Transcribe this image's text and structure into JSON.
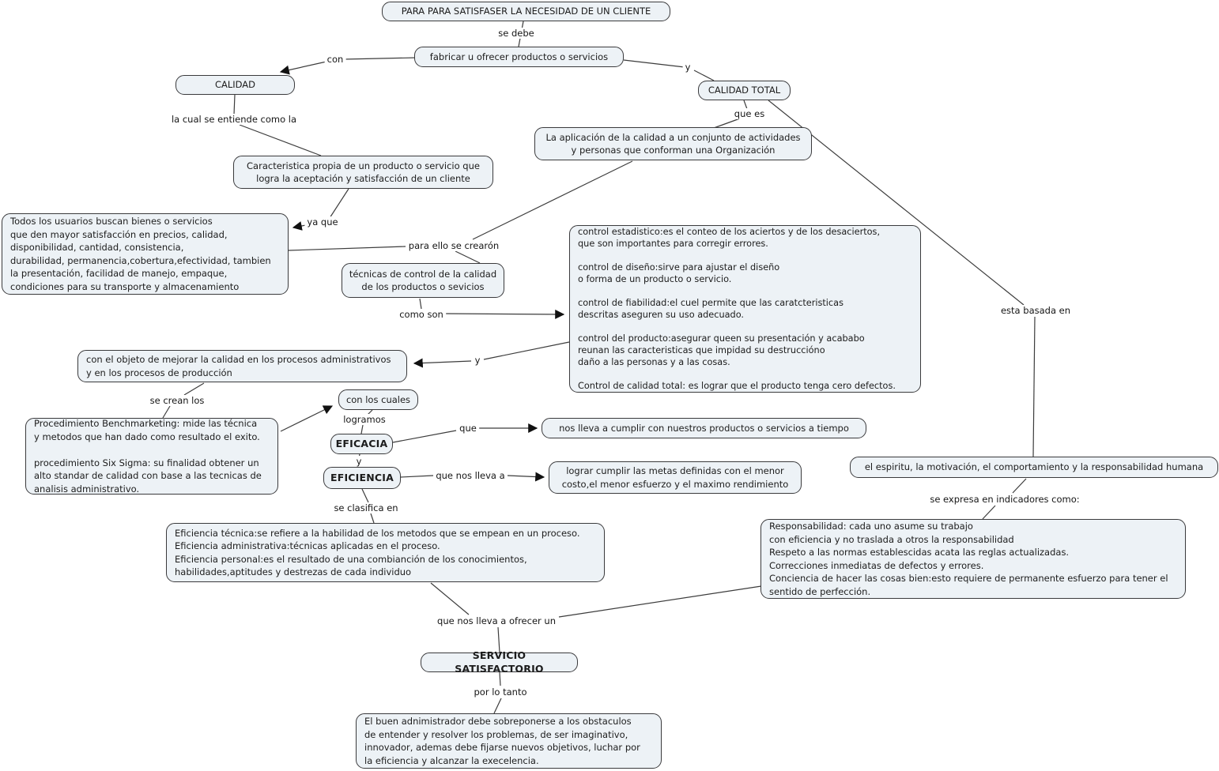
{
  "title": "Mapa conceptual de la calidad",
  "colors": {
    "node_fill": "#edf2f6",
    "node_border": "#3a3a3c",
    "line": "#3c3c3c",
    "text": "#1c1c1c"
  },
  "nodes": {
    "necesidad": {
      "text": "PARA PARA SATISFASER LA NECESIDAD DE UN CLIENTE"
    },
    "fabricar": {
      "text": "fabricar u ofrecer productos o servicios"
    },
    "calidad": {
      "text": "CALIDAD"
    },
    "calidad_total": {
      "text": "CALIDAD TOTAL"
    },
    "aplicacion": {
      "text": "La aplicación de la calidad a un conjunto de actividades\ny personas que conforman una Organización"
    },
    "caracteristica": {
      "text": "Caracteristica propia de un producto o servicio que\nlogra la aceptación y satisfacción de un cliente"
    },
    "todos": {
      "text": "Todos los usuarios buscan bienes o servicios\nque den mayor satisfacción en precios, calidad,\ndisponibilidad, cantidad, consistencia,\ndurabilidad, permanencia,cobertura,efectividad, tambien\nla presentación, facilidad de manejo, empaque,\ncondiciones para su transporte y almacenamiento"
    },
    "tecnicas": {
      "text": "técnicas de control de la calidad\nde los productos o sevicios"
    },
    "controles": {
      "text": "control estadistico:es el conteo de los aciertos y de los desaciertos,\nque son importantes para corregir errores.\n\ncontrol de diseño:sirve para ajustar el diseño\no forma de un producto o servicio.\n\ncontrol de fiabilidad:el cuel permite que las caratcteristicas\ndescritas aseguren su uso adecuado.\n\ncontrol del producto:asegurar queen su presentación y acababo\nreunan las caracteristicas que impidad su destruccióno\ndaño a las personas y a las cosas.\n\nControl de calidad total: es lograr que el producto tenga cero defectos."
    },
    "con_objeto": {
      "text": "con el objeto de mejorar la calidad en los procesos administrativos\ny en los procesos de producción"
    },
    "con_los_cuales": {
      "text": "con los cuales"
    },
    "procedimiento": {
      "text": "Procedimiento Benchmarketing: mide las técnica\ny metodos que han dado como resultado el exito.\n\nprocedimiento Six Sigma: su finalidad obtener un\nalto standar de calidad con base a las tecnicas de\nanalisis administrativo."
    },
    "eficacia": {
      "text": "EFICACIA"
    },
    "eficiencia": {
      "text": "EFICIENCIA"
    },
    "nos_lleva": {
      "text": "nos lleva a cumplir con nuestros productos o servicios a tiempo"
    },
    "lograr": {
      "text": "lograr cumplir las metas definidas con el menor\ncosto,el menor esfuerzo y el maximo rendimiento"
    },
    "espiritu": {
      "text": "el espiritu, la motivación, el comportamiento y la responsabilidad humana"
    },
    "responsabilidad": {
      "text": "Responsabilidad: cada uno asume su trabajo\ncon eficiencia y no traslada a otros la responsabilidad\nRespeto a las normas establescidas acata las reglas actualizadas.\nCorrecciones inmediatas de defectos y errores.\nConciencia de hacer las cosas bien:esto requiere de permanente esfuerzo para tener el\nsentido de perfección."
    },
    "ef_tecnica": {
      "text": "Eficiencia técnica:se refiere a la habilidad de los metodos que se empean en un proceso.\nEficiencia administrativa:técnicas aplicadas en el proceso.\nEficiencia personal:es el resultado de una combianción de los conocimientos,\nhabilidades,aptitudes y destrezas de cada individuo"
    },
    "servicio": {
      "text": "SERVICIO SATISFACTORIO"
    },
    "buen_admin": {
      "text": "El buen adnimistrador debe sobreponerse a los obstaculos\nde entender y resolver los problemas, de ser imaginativo,\ninnovador, ademas debe fijarse nuevos objetivos, luchar por\nla eficiencia y alcanzar la execelencia."
    }
  },
  "labels": {
    "se_debe": "se debe",
    "con": "con",
    "y1": "y",
    "la_cual": "la cual se entiende como la",
    "que_es": "que es",
    "ya_que": "ya que",
    "para_ello": "para ello se crearón",
    "como_son": "como son",
    "esta_basada": "esta basada en",
    "y2": "y",
    "se_crean": "se crean los",
    "logramos": "logramos",
    "que": "que",
    "y3": "y",
    "que_nos_lleva": "que nos lleva a",
    "se_clasifica": "se clasifica en",
    "se_expresa": "se expresa en indicadores como:",
    "que_ofrecer": "que nos lleva a ofrecer un",
    "por_lo_tanto": "por lo tanto"
  }
}
